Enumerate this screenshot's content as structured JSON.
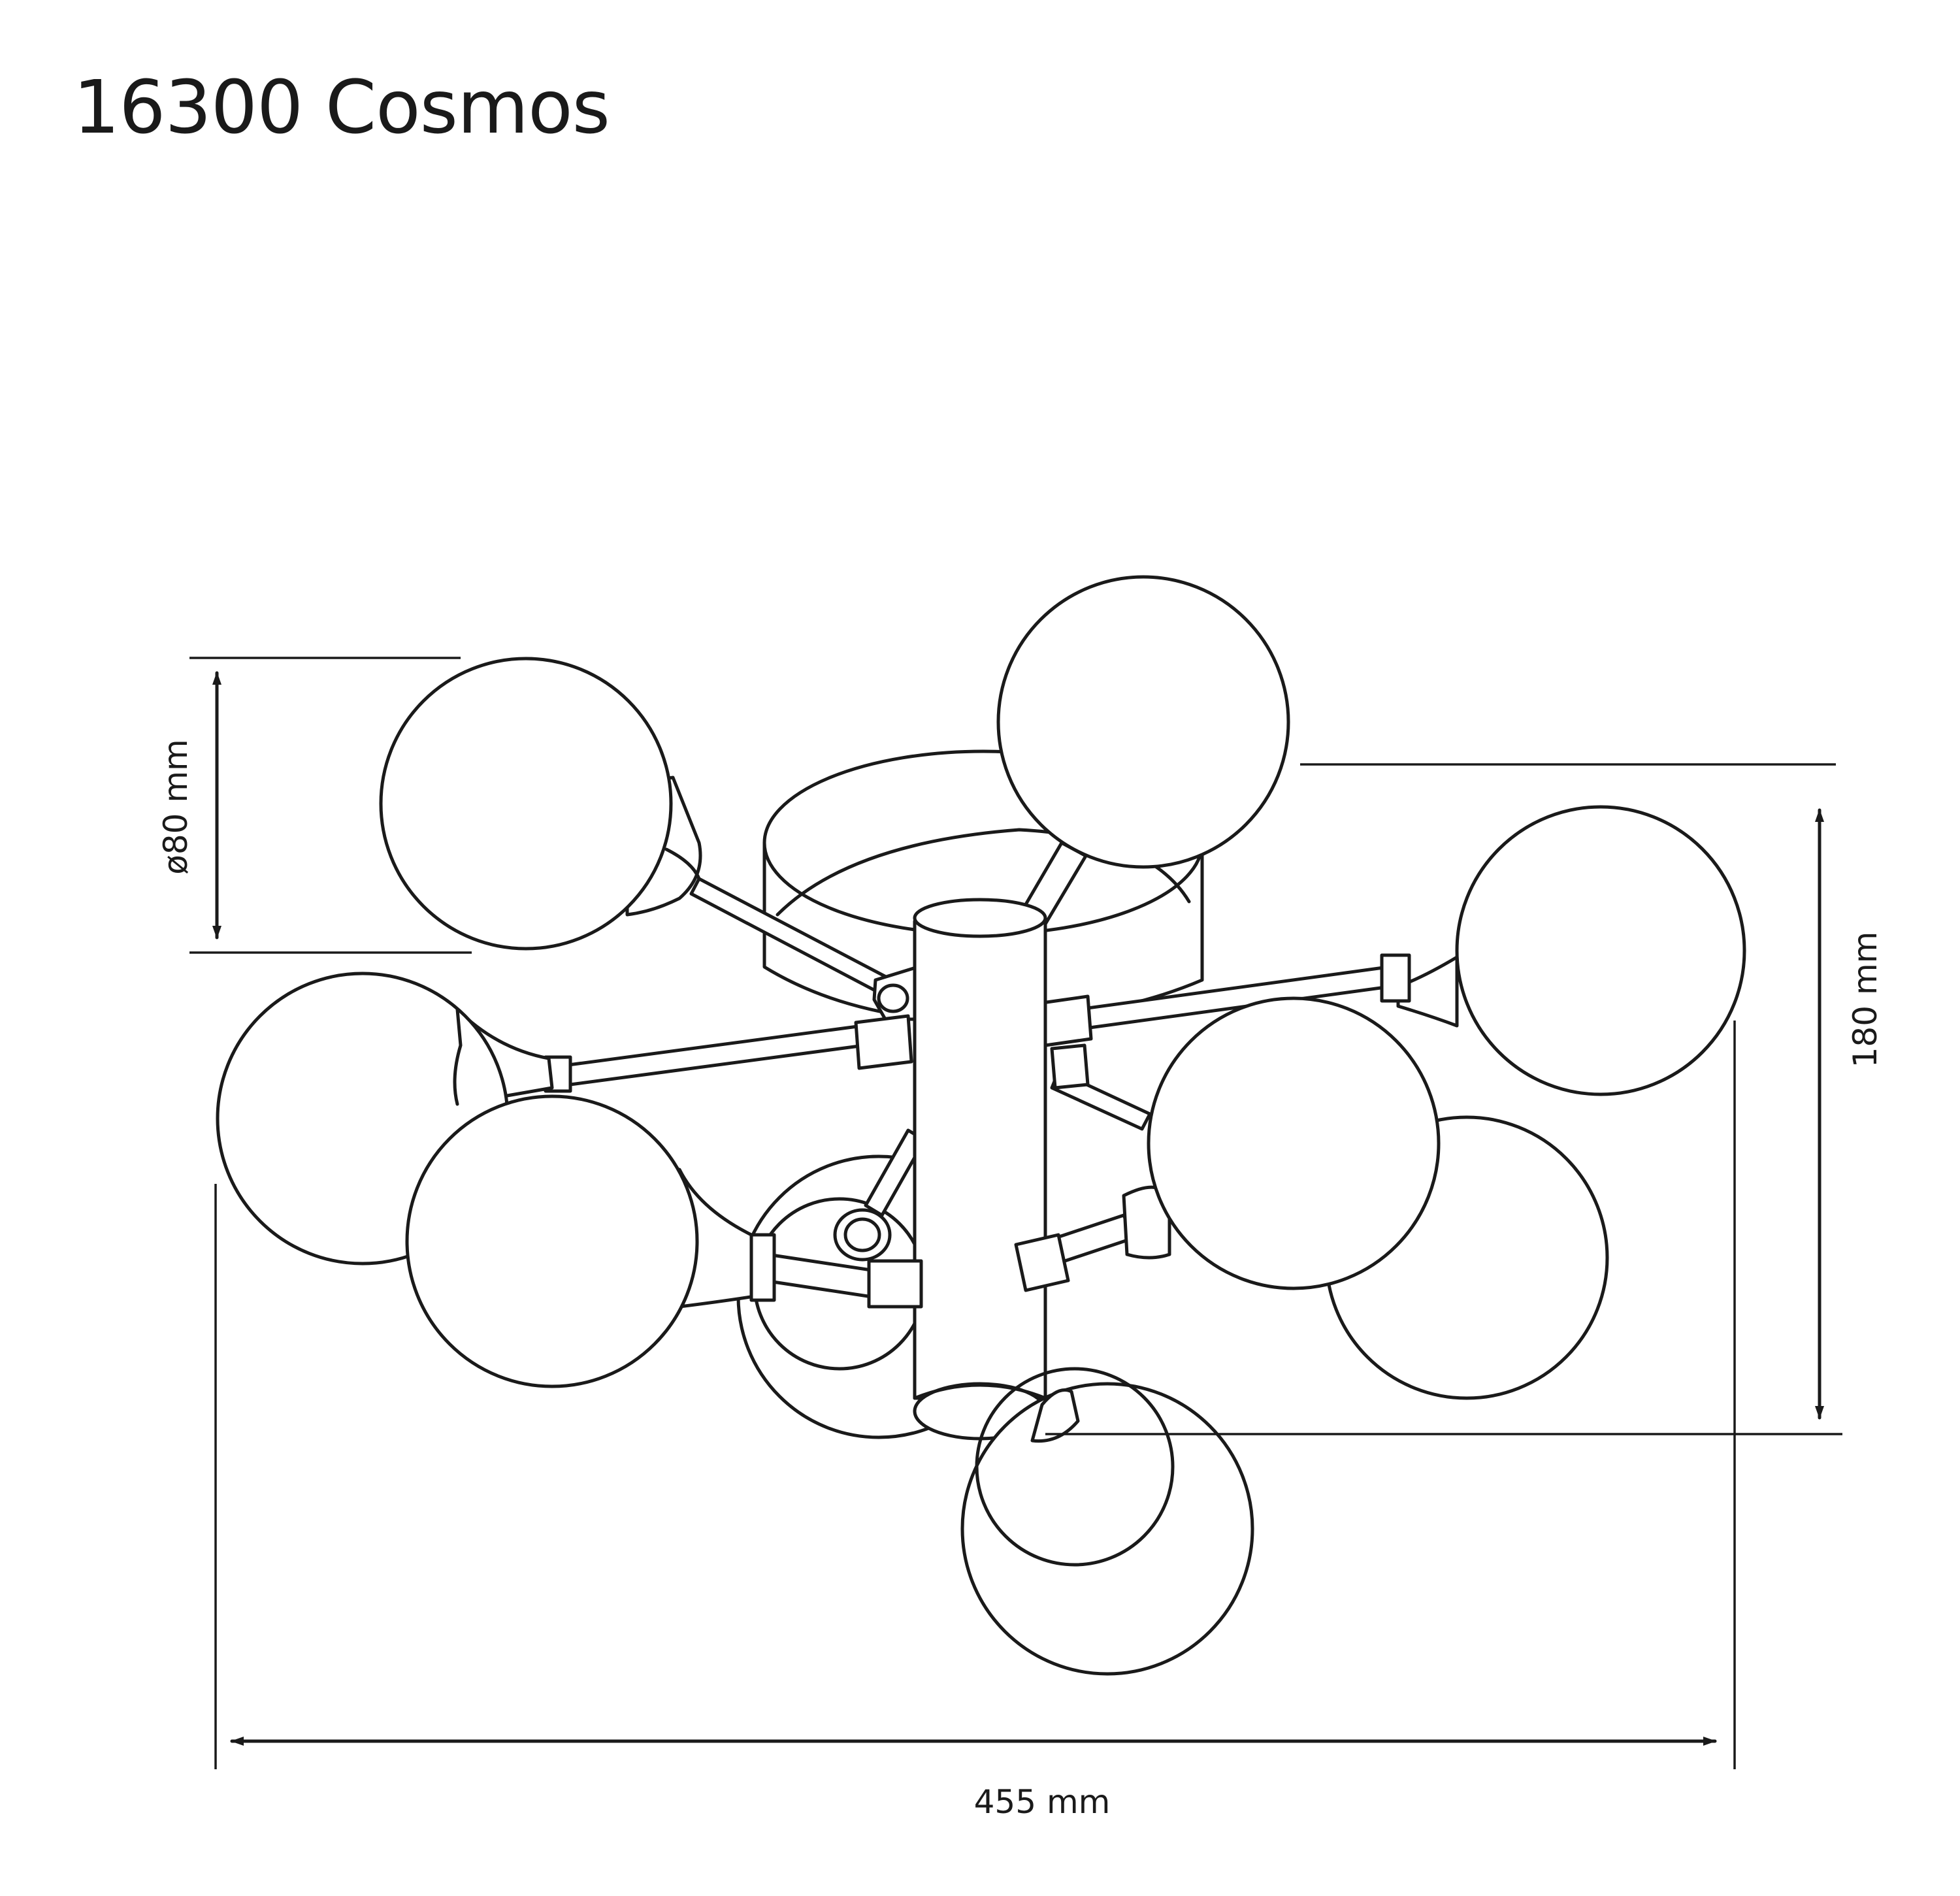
{
  "title": "16300 Cosmos",
  "dimensions": {
    "globe_diameter": "ø80 mm",
    "height": "180 mm",
    "width": "455 mm"
  },
  "colors": {
    "line": "#1a1a1a",
    "background": "#ffffff"
  }
}
